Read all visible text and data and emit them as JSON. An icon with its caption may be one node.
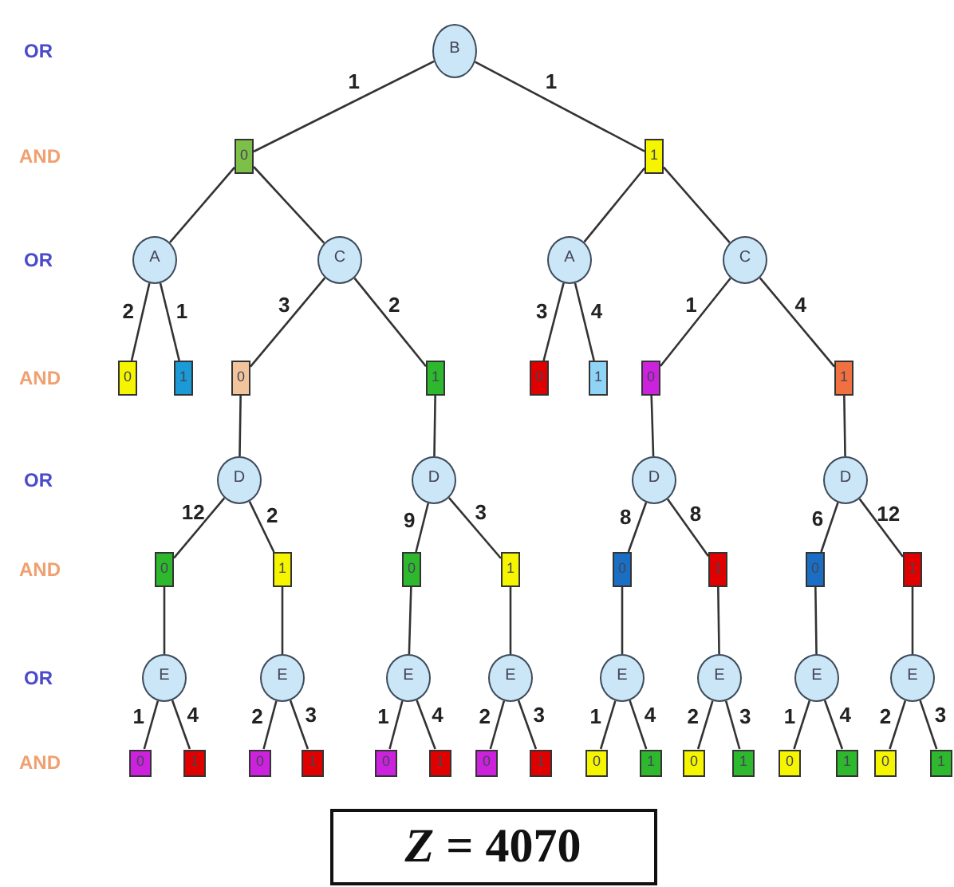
{
  "diagram": {
    "nodes": [
      {
        "text": [
          "B"
        ]
      },
      {
        "text": [
          "0"
        ]
      },
      {
        "text": [
          "1"
        ]
      },
      {
        "text": [
          "A"
        ]
      },
      {
        "text": [
          "C"
        ]
      },
      {
        "text": [
          "A"
        ]
      },
      {
        "text": [
          "C"
        ]
      },
      {
        "text": [
          "0"
        ]
      },
      {
        "text": [
          "1"
        ]
      },
      {
        "text": [
          "0"
        ]
      },
      {
        "text": [
          "1"
        ]
      },
      {
        "text": [
          "0"
        ]
      },
      {
        "text": [
          "1"
        ]
      },
      {
        "text": [
          "0"
        ]
      },
      {
        "text": [
          "1"
        ]
      },
      {
        "text": [
          "D"
        ]
      },
      {
        "text": [
          "D"
        ]
      },
      {
        "text": [
          "D"
        ]
      },
      {
        "text": [
          "D"
        ]
      },
      {
        "text": [
          "0"
        ]
      },
      {
        "text": [
          "1"
        ]
      },
      {
        "text": [
          "0"
        ]
      },
      {
        "text": [
          "1"
        ]
      },
      {
        "text": [
          "0"
        ]
      },
      {
        "text": [
          "1"
        ]
      },
      {
        "text": [
          "0"
        ]
      },
      {
        "text": [
          "1"
        ]
      },
      {
        "text": [
          "E"
        ]
      },
      {
        "text": [
          "E"
        ]
      },
      {
        "text": [
          "E"
        ]
      },
      {
        "text": [
          "E"
        ]
      },
      {
        "text": [
          "E"
        ]
      },
      {
        "text": [
          "E"
        ]
      },
      {
        "text": [
          "E"
        ]
      },
      {
        "text": [
          "E"
        ]
      },
      {
        "text": [
          "0"
        ]
      },
      {
        "text": [
          "1"
        ]
      },
      {
        "text": [
          "0"
        ]
      },
      {
        "text": [
          "1"
        ]
      },
      {
        "text": [
          "0"
        ]
      },
      {
        "text": [
          "1"
        ]
      },
      {
        "text": [
          "0"
        ]
      },
      {
        "text": [
          "1"
        ]
      },
      {
        "text": [
          "0"
        ]
      },
      {
        "text": [
          "1"
        ]
      },
      {
        "text": [
          "0"
        ]
      },
      {
        "text": [
          "1"
        ]
      },
      {
        "text": [
          "0"
        ]
      },
      {
        "text": [
          "1"
        ]
      },
      {
        "text": [
          "0"
        ]
      },
      {
        "text": [
          "1"
        ]
      },
      {
        "text": [
          "*Z* = 4070"
        ]
      }
    ],
    "edges": [
      {
        "from": 0,
        "to": 1,
        "arrow": "none",
        "label": "1"
      },
      {
        "from": 0,
        "to": 2,
        "arrow": "none",
        "label": "1"
      },
      {
        "from": 1,
        "to": 3,
        "arrow": "none"
      },
      {
        "from": 1,
        "to": 4,
        "arrow": "none"
      },
      {
        "from": 2,
        "to": 5,
        "arrow": "none"
      },
      {
        "from": 2,
        "to": 6,
        "arrow": "none"
      },
      {
        "from": 3,
        "to": 7,
        "arrow": "none",
        "label": "2"
      },
      {
        "from": 3,
        "to": 8,
        "arrow": "none",
        "label": "1"
      },
      {
        "from": 4,
        "to": 9,
        "arrow": "none",
        "label": "3"
      },
      {
        "from": 4,
        "to": 10,
        "arrow": "none",
        "label": "2"
      },
      {
        "from": 5,
        "to": 11,
        "arrow": "none",
        "label": "3"
      },
      {
        "from": 5,
        "to": 12,
        "arrow": "none",
        "label": "4"
      },
      {
        "from": 6,
        "to": 13,
        "arrow": "none",
        "label": "1"
      },
      {
        "from": 6,
        "to": 14,
        "arrow": "none",
        "label": "4"
      },
      {
        "from": 9,
        "to": 15,
        "arrow": "none"
      },
      {
        "from": 10,
        "to": 16,
        "arrow": "none"
      },
      {
        "from": 13,
        "to": 17,
        "arrow": "none"
      },
      {
        "from": 14,
        "to": 18,
        "arrow": "none"
      },
      {
        "from": 15,
        "to": 19,
        "arrow": "none",
        "label": "12"
      },
      {
        "from": 15,
        "to": 20,
        "arrow": "none",
        "label": "2"
      },
      {
        "from": 16,
        "to": 21,
        "arrow": "none",
        "label": "9"
      },
      {
        "from": 16,
        "to": 22,
        "arrow": "none",
        "label": "3"
      },
      {
        "from": 17,
        "to": 23,
        "arrow": "none",
        "label": "8"
      },
      {
        "from": 17,
        "to": 24,
        "arrow": "none",
        "label": "8"
      },
      {
        "from": 18,
        "to": 25,
        "arrow": "none",
        "label": "6"
      },
      {
        "from": 18,
        "to": 26,
        "arrow": "none",
        "label": "12"
      },
      {
        "from": 19,
        "to": 27,
        "arrow": "none"
      },
      {
        "from": 20,
        "to": 28,
        "arrow": "none"
      },
      {
        "from": 21,
        "to": 29,
        "arrow": "none"
      },
      {
        "from": 22,
        "to": 30,
        "arrow": "none"
      },
      {
        "from": 23,
        "to": 31,
        "arrow": "none"
      },
      {
        "from": 24,
        "to": 32,
        "arrow": "none"
      },
      {
        "from": 25,
        "to": 33,
        "arrow": "none"
      },
      {
        "from": 26,
        "to": 34,
        "arrow": "none"
      },
      {
        "from": 27,
        "to": 35,
        "arrow": "none",
        "label": "1"
      },
      {
        "from": 27,
        "to": 36,
        "arrow": "none",
        "label": "4"
      },
      {
        "from": 28,
        "to": 37,
        "arrow": "none",
        "label": "2"
      },
      {
        "from": 28,
        "to": 38,
        "arrow": "none",
        "label": "3"
      },
      {
        "from": 29,
        "to": 39,
        "arrow": "none",
        "label": "1"
      },
      {
        "from": 29,
        "to": 40,
        "arrow": "none",
        "label": "4"
      },
      {
        "from": 30,
        "to": 41,
        "arrow": "none",
        "label": "2"
      },
      {
        "from": 30,
        "to": 42,
        "arrow": "none",
        "label": "3"
      },
      {
        "from": 31,
        "to": 43,
        "arrow": "none",
        "label": "1"
      },
      {
        "from": 31,
        "to": 44,
        "arrow": "none",
        "label": "4"
      },
      {
        "from": 32,
        "to": 45,
        "arrow": "none",
        "label": "2"
      },
      {
        "from": 32,
        "to": 46,
        "arrow": "none",
        "label": "3"
      },
      {
        "from": 33,
        "to": 47,
        "arrow": "none",
        "label": "1"
      },
      {
        "from": 33,
        "to": 48,
        "arrow": "none",
        "label": "4"
      },
      {
        "from": 34,
        "to": 49,
        "arrow": "none",
        "label": "2"
      },
      {
        "from": 34,
        "to": 50,
        "arrow": "none",
        "label": "3"
      }
    ],
    "labels": [
      "OR",
      "AND",
      "OR",
      "AND",
      "OR",
      "AND",
      "OR",
      "AND"
    ]
  }
}
